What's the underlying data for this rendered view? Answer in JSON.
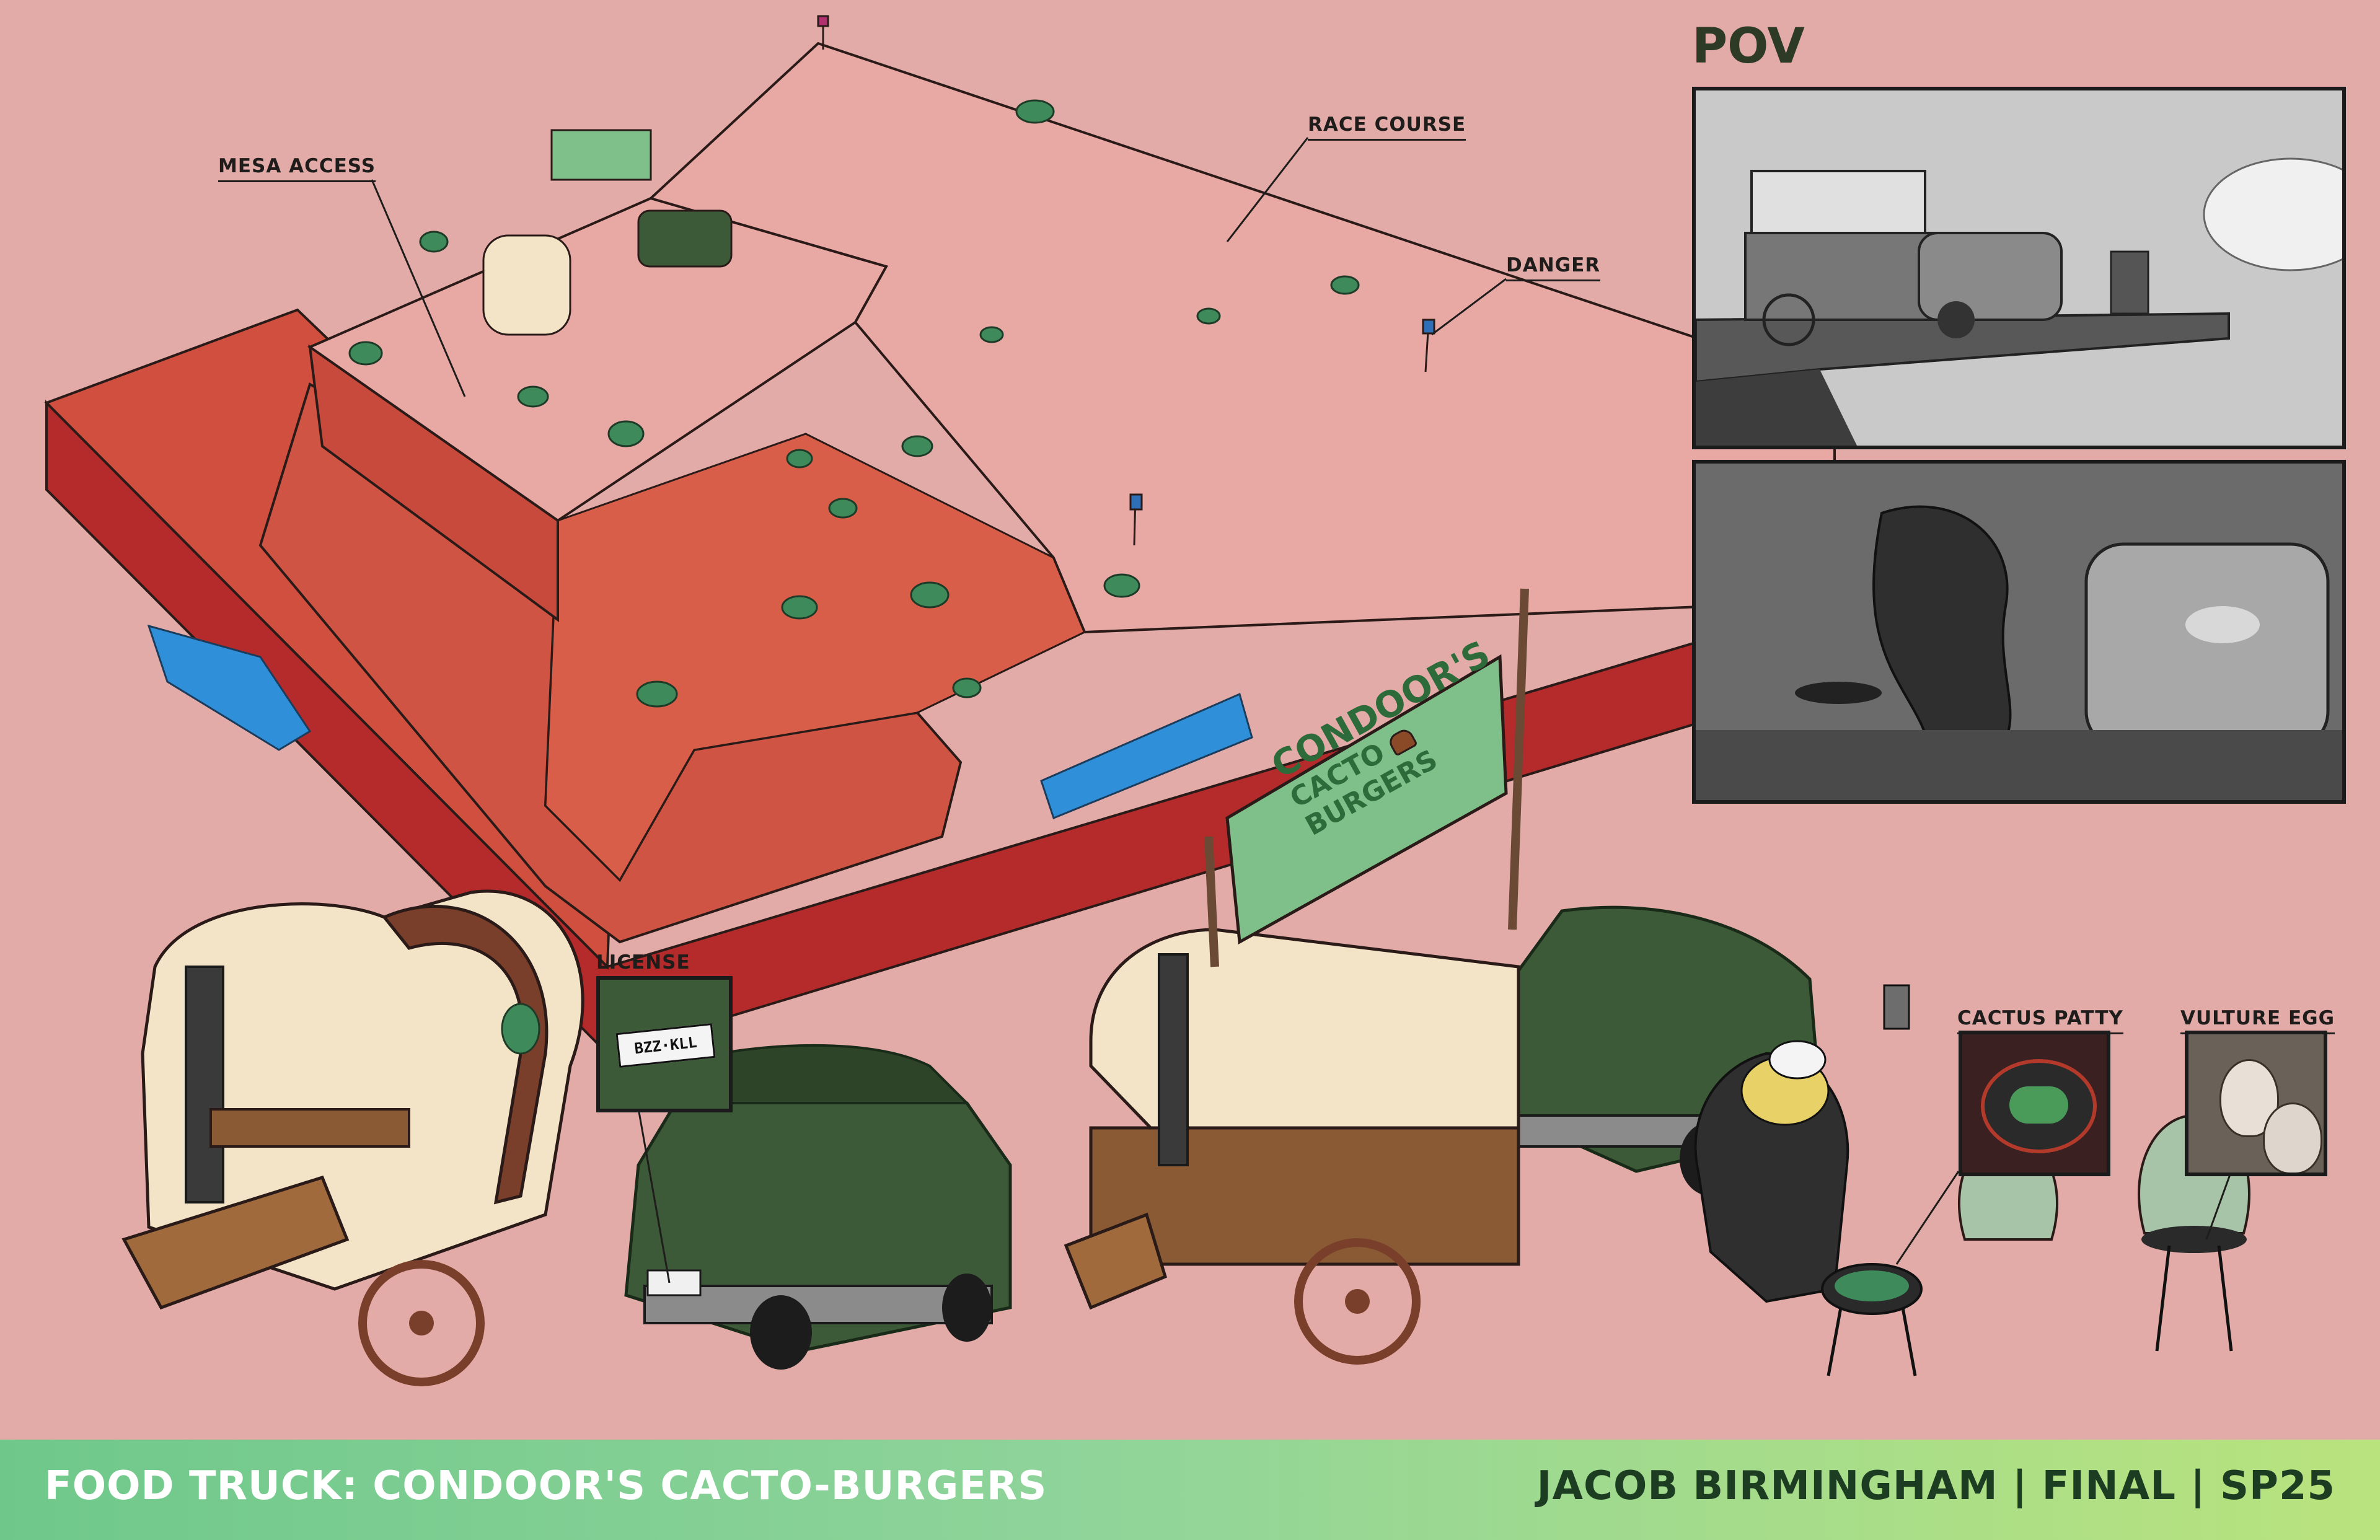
{
  "labels": {
    "mesa_access": "MESA ACCESS",
    "race_course": "RACE COURSE",
    "danger": "DANGER",
    "license": "LICENSE",
    "cactus_patty": "CACTUS PATTY",
    "vulture_egg": "VULTURE EGG"
  },
  "pov": {
    "title": "POV"
  },
  "signage": {
    "line1": "CONDOOR'S",
    "line2": "CACTO",
    "line3": "BURGERS",
    "plate": "BZZ·KLL"
  },
  "footer": {
    "title": "FOOD TRUCK: CONDOOR'S CACTO-BURGERS",
    "credit": "JACOB BIRMINGHAM | FINAL | SP25"
  },
  "colors": {
    "background": "#e2aba7",
    "mesa_top": "#e8a8a4",
    "rock": "#c84a3c",
    "rock_dark": "#a0302a",
    "water": "#2f8fd8",
    "cactus": "#3f8a5a",
    "car": "#3d5a38",
    "canvas": "#f3e4c8",
    "banner": "#7fbf8a",
    "footer_start": "#6fc88a",
    "footer_end": "#b9e37d"
  }
}
